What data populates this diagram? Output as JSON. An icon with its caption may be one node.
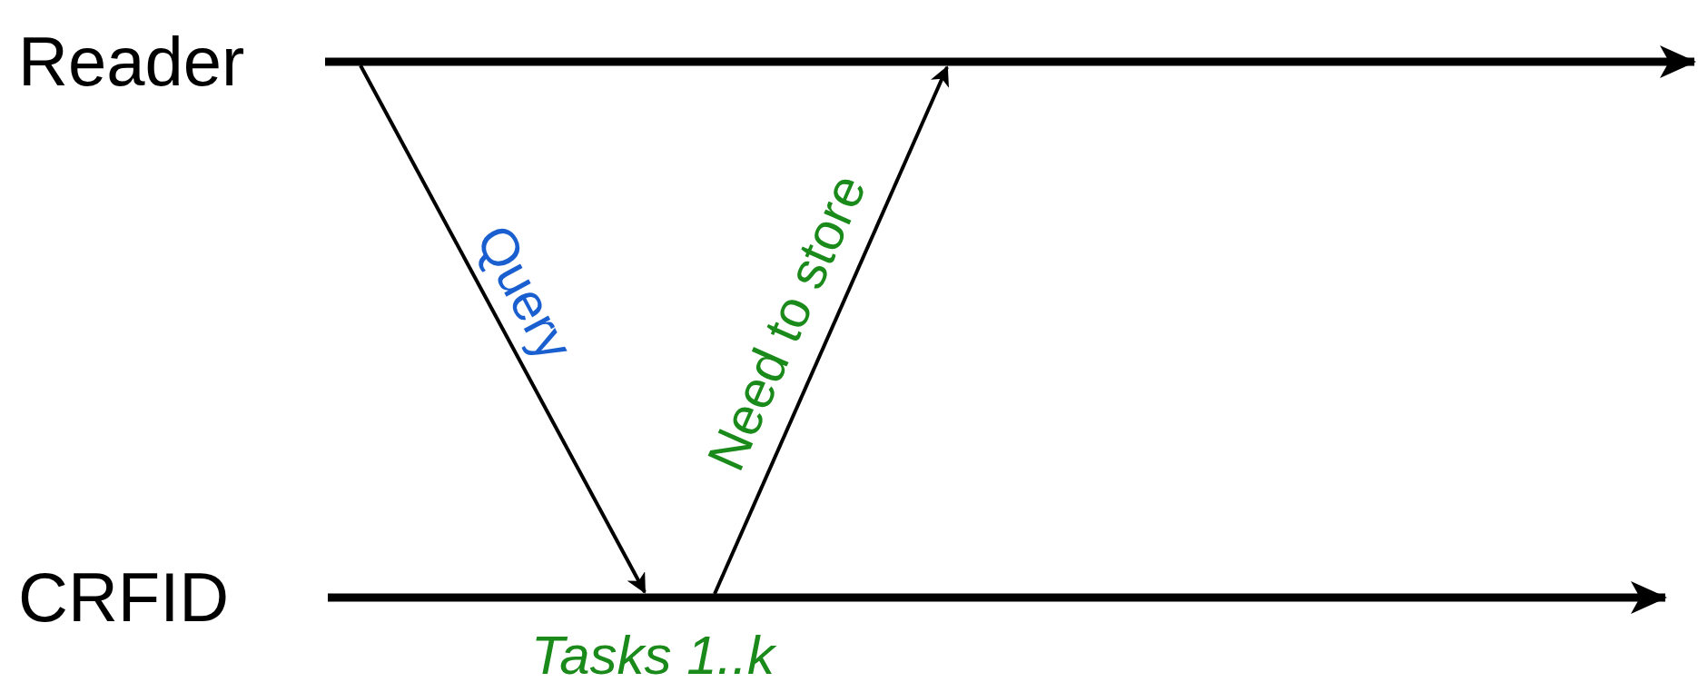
{
  "diagram": {
    "nodes": [
      {
        "text": [
          "Reader"
        ]
      },
      {
        "text": [
          "CRFID"
        ]
      }
    ],
    "edges": [
      {
        "from": 0,
        "to": 1,
        "arrow": "to",
        "label": "Query"
      },
      {
        "from": 1,
        "to": 0,
        "arrow": "to",
        "label": "Need to store"
      }
    ],
    "labels": [
      "Tasks 1..k"
    ]
  }
}
